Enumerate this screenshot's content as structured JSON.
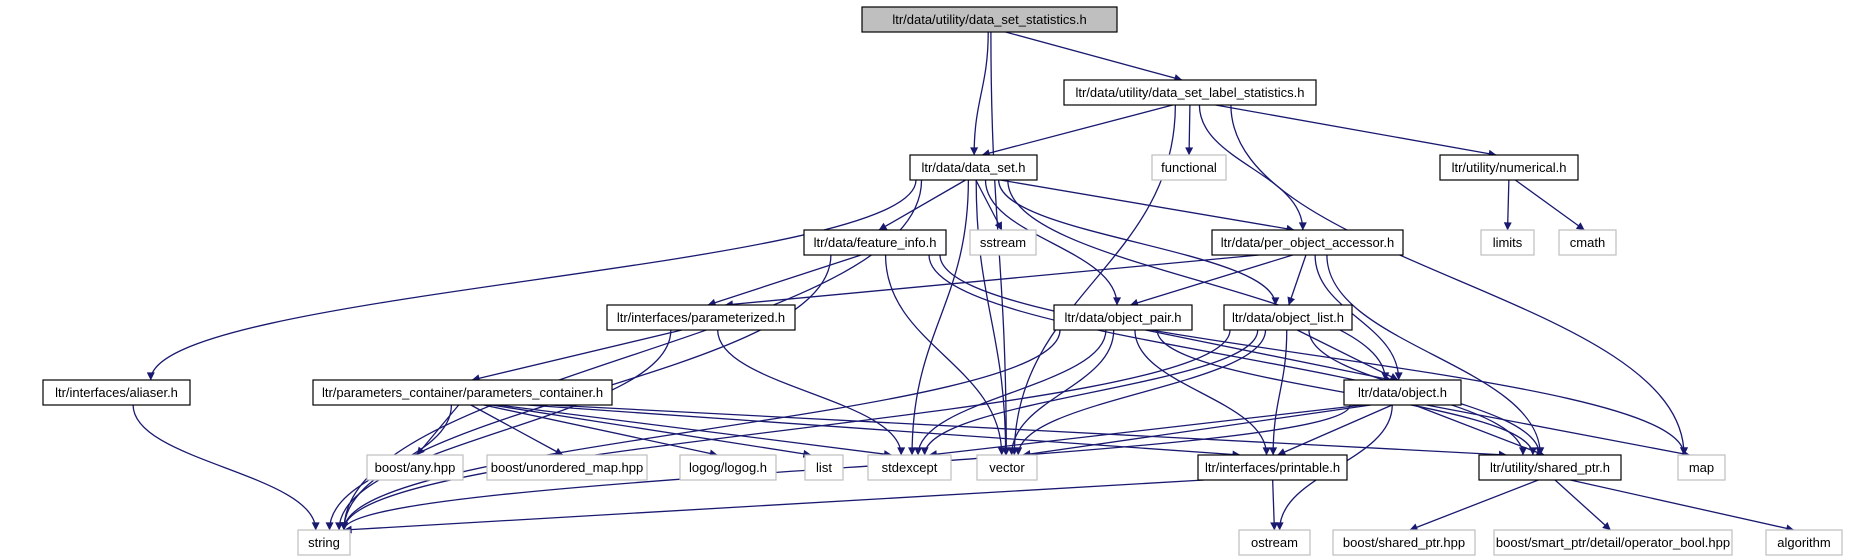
{
  "diagram": {
    "nodes": [
      {
        "id": "root",
        "label": "ltr/data/utility/data_set_statistics.h",
        "kind": "root"
      },
      {
        "id": "label_stats",
        "label": "ltr/data/utility/data_set_label_statistics.h",
        "kind": "internal"
      },
      {
        "id": "data_set",
        "label": "ltr/data/data_set.h",
        "kind": "internal"
      },
      {
        "id": "functional",
        "label": "functional",
        "kind": "external"
      },
      {
        "id": "numerical",
        "label": "ltr/utility/numerical.h",
        "kind": "internal"
      },
      {
        "id": "limits",
        "label": "limits",
        "kind": "external"
      },
      {
        "id": "cmath",
        "label": "cmath",
        "kind": "external"
      },
      {
        "id": "feature_info",
        "label": "ltr/data/feature_info.h",
        "kind": "internal"
      },
      {
        "id": "sstream",
        "label": "sstream",
        "kind": "external"
      },
      {
        "id": "per_object_accessor",
        "label": "ltr/data/per_object_accessor.h",
        "kind": "internal"
      },
      {
        "id": "parameterized",
        "label": "ltr/interfaces/parameterized.h",
        "kind": "internal"
      },
      {
        "id": "object_pair",
        "label": "ltr/data/object_pair.h",
        "kind": "internal"
      },
      {
        "id": "object_list",
        "label": "ltr/data/object_list.h",
        "kind": "internal"
      },
      {
        "id": "aliaser",
        "label": "ltr/interfaces/aliaser.h",
        "kind": "internal"
      },
      {
        "id": "parameters_container",
        "label": "ltr/parameters_container/parameters_container.h",
        "kind": "internal"
      },
      {
        "id": "object",
        "label": "ltr/data/object.h",
        "kind": "internal"
      },
      {
        "id": "boost_any",
        "label": "boost/any.hpp",
        "kind": "external"
      },
      {
        "id": "boost_unordered_map",
        "label": "boost/unordered_map.hpp",
        "kind": "external"
      },
      {
        "id": "logog",
        "label": "logog/logog.h",
        "kind": "external"
      },
      {
        "id": "list",
        "label": "list",
        "kind": "external"
      },
      {
        "id": "stdexcept",
        "label": "stdexcept",
        "kind": "external"
      },
      {
        "id": "vector",
        "label": "vector",
        "kind": "external"
      },
      {
        "id": "printable",
        "label": "ltr/interfaces/printable.h",
        "kind": "internal"
      },
      {
        "id": "shared_ptr",
        "label": "ltr/utility/shared_ptr.h",
        "kind": "internal"
      },
      {
        "id": "map",
        "label": "map",
        "kind": "external"
      },
      {
        "id": "string",
        "label": "string",
        "kind": "external"
      },
      {
        "id": "ostream",
        "label": "ostream",
        "kind": "external"
      },
      {
        "id": "boost_shared_ptr",
        "label": "boost/shared_ptr.hpp",
        "kind": "external"
      },
      {
        "id": "operator_bool",
        "label": "boost/smart_ptr/detail/operator_bool.hpp",
        "kind": "external"
      },
      {
        "id": "algorithm",
        "label": "algorithm",
        "kind": "external"
      }
    ],
    "edges": [
      [
        "root",
        "label_stats"
      ],
      [
        "root",
        "data_set"
      ],
      [
        "root",
        "vector"
      ],
      [
        "label_stats",
        "data_set"
      ],
      [
        "label_stats",
        "functional"
      ],
      [
        "label_stats",
        "numerical"
      ],
      [
        "label_stats",
        "vector"
      ],
      [
        "label_stats",
        "per_object_accessor"
      ],
      [
        "label_stats",
        "map"
      ],
      [
        "numerical",
        "limits"
      ],
      [
        "numerical",
        "cmath"
      ],
      [
        "data_set",
        "feature_info"
      ],
      [
        "data_set",
        "sstream"
      ],
      [
        "data_set",
        "per_object_accessor"
      ],
      [
        "data_set",
        "object_pair"
      ],
      [
        "data_set",
        "object_list"
      ],
      [
        "data_set",
        "object"
      ],
      [
        "data_set",
        "aliaser"
      ],
      [
        "data_set",
        "string"
      ],
      [
        "data_set",
        "stdexcept"
      ],
      [
        "data_set",
        "vector"
      ],
      [
        "feature_info",
        "parameterized"
      ],
      [
        "feature_info",
        "string"
      ],
      [
        "feature_info",
        "vector"
      ],
      [
        "feature_info",
        "map"
      ],
      [
        "feature_info",
        "shared_ptr"
      ],
      [
        "per_object_accessor",
        "parameterized"
      ],
      [
        "per_object_accessor",
        "object_pair"
      ],
      [
        "per_object_accessor",
        "object_list"
      ],
      [
        "per_object_accessor",
        "object"
      ],
      [
        "per_object_accessor",
        "shared_ptr"
      ],
      [
        "parameterized",
        "parameters_container"
      ],
      [
        "parameterized",
        "string"
      ],
      [
        "parameterized",
        "stdexcept"
      ],
      [
        "object_pair",
        "object"
      ],
      [
        "object_pair",
        "stdexcept"
      ],
      [
        "object_pair",
        "vector"
      ],
      [
        "object_pair",
        "printable"
      ],
      [
        "object_pair",
        "shared_ptr"
      ],
      [
        "object_pair",
        "string"
      ],
      [
        "object_list",
        "object"
      ],
      [
        "object_list",
        "stdexcept"
      ],
      [
        "object_list",
        "vector"
      ],
      [
        "object_list",
        "printable"
      ],
      [
        "object_list",
        "shared_ptr"
      ],
      [
        "object_list",
        "string"
      ],
      [
        "aliaser",
        "string"
      ],
      [
        "parameters_container",
        "boost_any"
      ],
      [
        "parameters_container",
        "boost_unordered_map"
      ],
      [
        "parameters_container",
        "logog"
      ],
      [
        "parameters_container",
        "list"
      ],
      [
        "parameters_container",
        "stdexcept"
      ],
      [
        "parameters_container",
        "printable"
      ],
      [
        "parameters_container",
        "shared_ptr"
      ],
      [
        "parameters_container",
        "string"
      ],
      [
        "object",
        "stdexcept"
      ],
      [
        "object",
        "vector"
      ],
      [
        "object",
        "printable"
      ],
      [
        "object",
        "shared_ptr"
      ],
      [
        "object",
        "map"
      ],
      [
        "object",
        "string"
      ],
      [
        "object",
        "ostream"
      ],
      [
        "printable",
        "string"
      ],
      [
        "printable",
        "ostream"
      ],
      [
        "shared_ptr",
        "boost_shared_ptr"
      ],
      [
        "shared_ptr",
        "operator_bool"
      ],
      [
        "shared_ptr",
        "algorithm"
      ]
    ]
  }
}
